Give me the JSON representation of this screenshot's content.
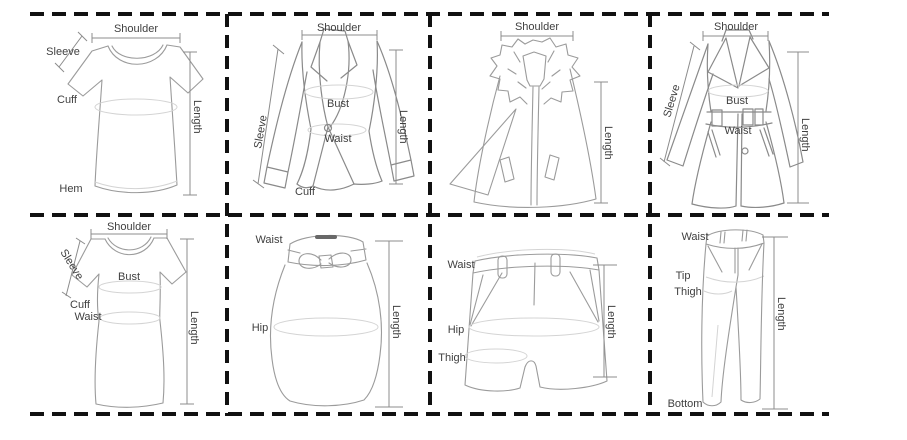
{
  "colors": {
    "background": "#ffffff",
    "grid_line": "#111111",
    "garment_outline": "#9b9b9b",
    "label_text": "#3f3f3f",
    "skirt_placket": "#686868"
  },
  "cells": [
    {
      "garment": "t-shirt",
      "labels": {
        "shoulder": "Shoulder",
        "sleeve": "Sleeve",
        "cuff": "Cuff",
        "hem": "Hem",
        "length": "Length"
      }
    },
    {
      "garment": "blazer",
      "labels": {
        "shoulder": "Shoulder",
        "sleeve": "Sleeve",
        "bust": "Bust",
        "waist": "Waist",
        "cuff": "Cuff",
        "length": "Length"
      }
    },
    {
      "garment": "fur-collar-coat",
      "labels": {
        "shoulder": "Shoulder",
        "length": "Length"
      }
    },
    {
      "garment": "trench-coat",
      "labels": {
        "shoulder": "Shoulder",
        "sleeve": "Sleeve",
        "bust": "Bust",
        "waist": "Waist",
        "length": "Length"
      }
    },
    {
      "garment": "short-sleeve-dress",
      "labels": {
        "shoulder": "Shoulder",
        "sleeve": "Sleeve",
        "bust": "Bust",
        "cuff": "Cuff",
        "waist": "Waist",
        "length": "Length"
      }
    },
    {
      "garment": "skirt",
      "labels": {
        "waist": "Waist",
        "hip": "Hip",
        "length": "Length"
      }
    },
    {
      "garment": "shorts",
      "labels": {
        "waist": "Waist",
        "hip": "Hip",
        "thigh": "Thigh",
        "length": "Length"
      }
    },
    {
      "garment": "pants",
      "labels": {
        "waist": "Waist",
        "tip": "Tip",
        "thigh": "Thigh",
        "bottom": "Bottom",
        "length": "Length"
      }
    }
  ]
}
